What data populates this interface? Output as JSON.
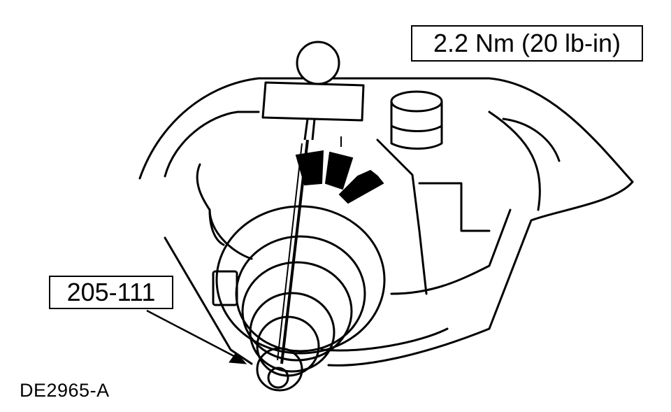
{
  "callouts": {
    "torque_spec": "2.2 Nm (20 lb-in)",
    "tool_number": "205-111"
  },
  "figure_id": "DE2965-A",
  "colors": {
    "ink": "#000000",
    "paper": "#ffffff"
  }
}
